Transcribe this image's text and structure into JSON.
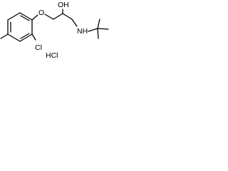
{
  "molecule": {
    "atoms": {
      "ether_oxygen": "O",
      "hydroxyl": "OH",
      "amine": "NH",
      "chlorine": "Cl",
      "salt": "HCl"
    }
  },
  "colors": {
    "bond": "#000000",
    "text": "#000000",
    "background": "#ffffff"
  }
}
